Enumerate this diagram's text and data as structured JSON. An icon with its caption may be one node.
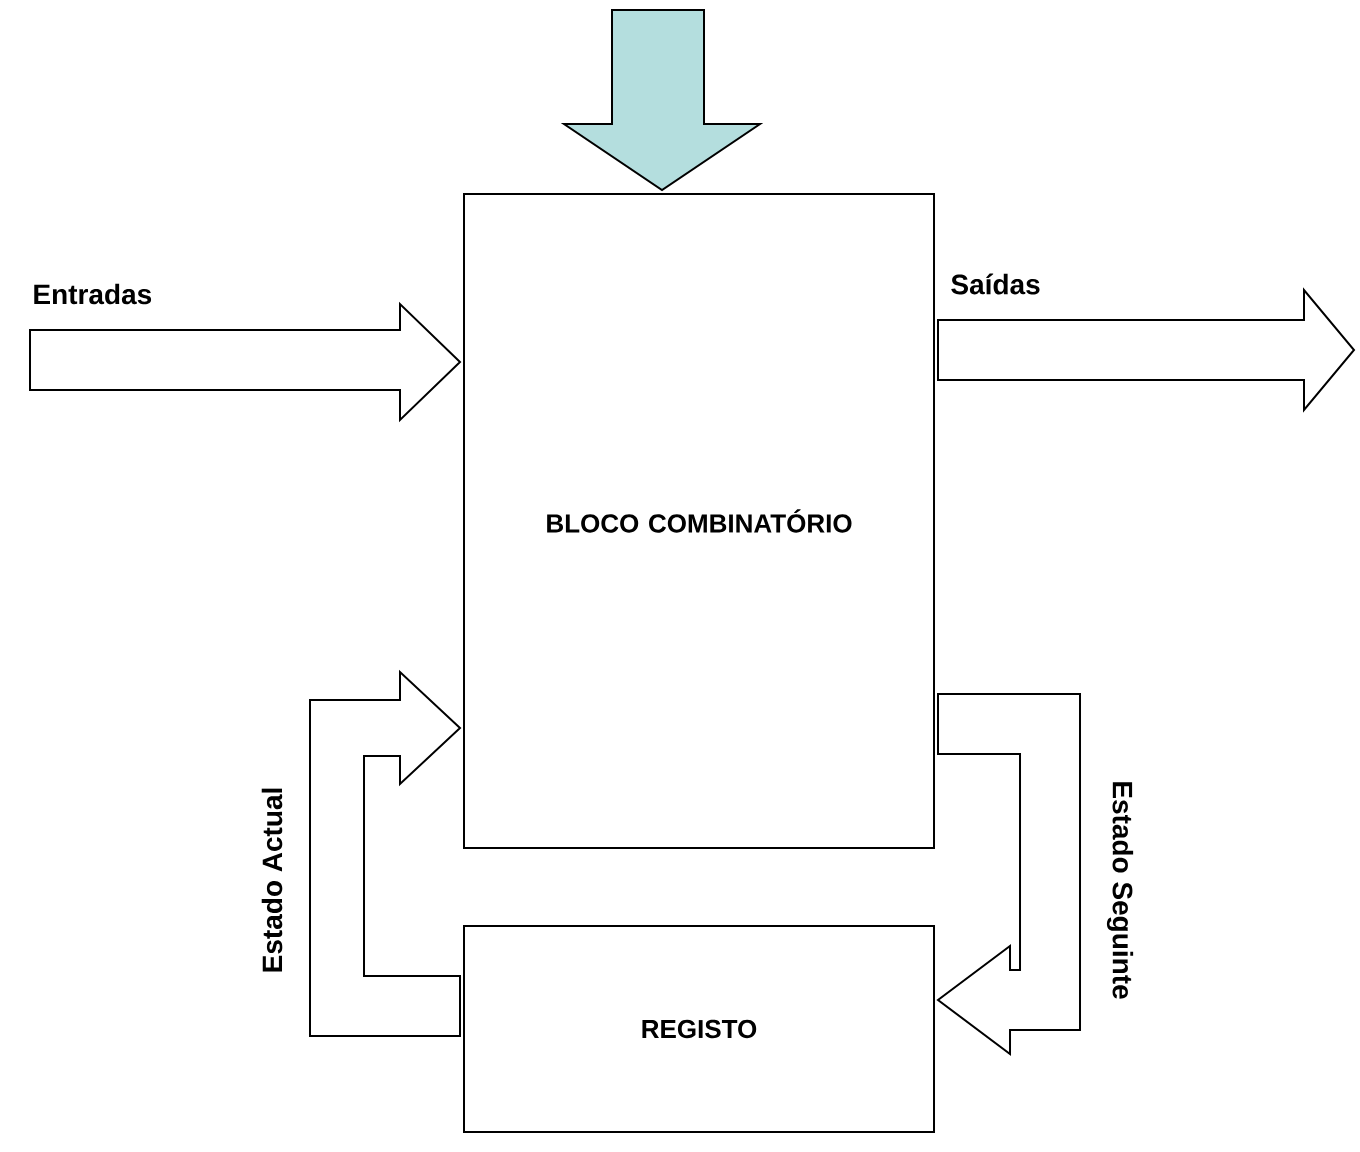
{
  "diagram": {
    "nodes": [
      {
        "text": [
          "BLOCO COMBINATÓRIO"
        ]
      },
      {
        "text": [
          "REGISTO"
        ]
      }
    ],
    "edges": [
      {
        "from": null,
        "to": 0,
        "arrow": "to",
        "color": "#b4dede"
      },
      {
        "from": null,
        "to": 0,
        "arrow": "to",
        "label": "Entradas"
      },
      {
        "from": 0,
        "to": null,
        "arrow": "to",
        "label": "Saídas"
      },
      {
        "from": 0,
        "to": 1,
        "arrow": "to",
        "label": "Estado Seguinte"
      },
      {
        "from": 1,
        "to": 0,
        "arrow": "to",
        "label": "Estado Actual"
      }
    ]
  }
}
